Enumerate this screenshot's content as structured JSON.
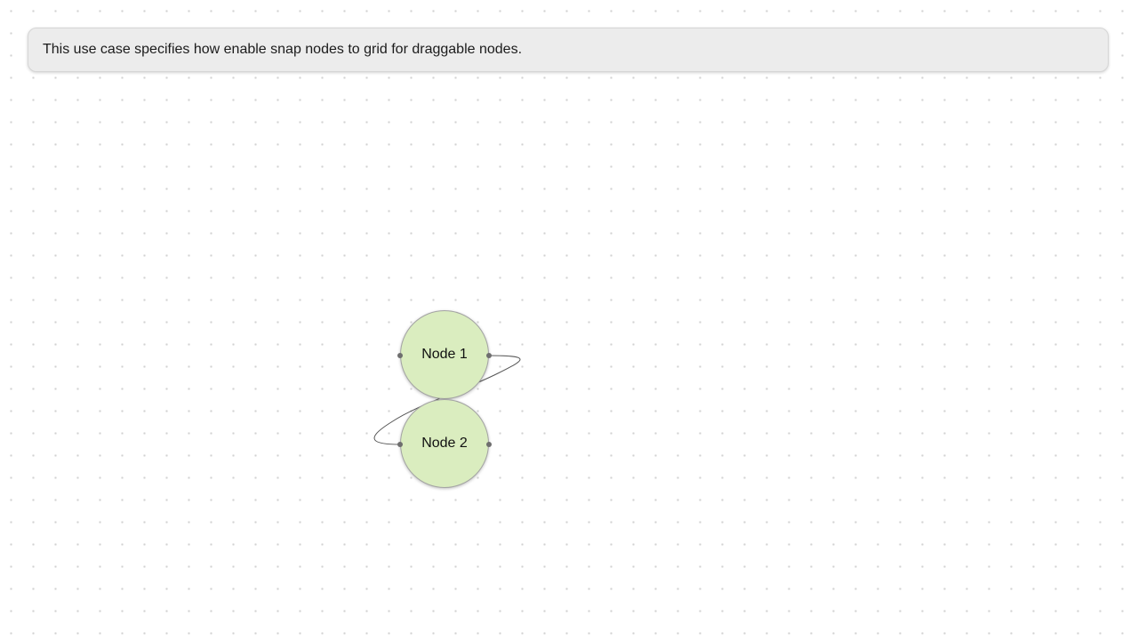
{
  "info_panel": {
    "text": "This use case specifies how enable snap nodes to grid for draggable nodes."
  },
  "diagram": {
    "nodes": [
      {
        "id": "node-1",
        "label": "Node 1"
      },
      {
        "id": "node-2",
        "label": "Node 2"
      }
    ],
    "edges": [
      {
        "from": "node-1",
        "to": "node-2"
      }
    ]
  },
  "colors": {
    "node_fill": "#daedbf",
    "node_border": "#a3a3a3",
    "edge_stroke": "#555555",
    "port_fill": "#6e6e6e",
    "panel_background": "#ececec",
    "grid_dot": "#d2d2d2"
  }
}
